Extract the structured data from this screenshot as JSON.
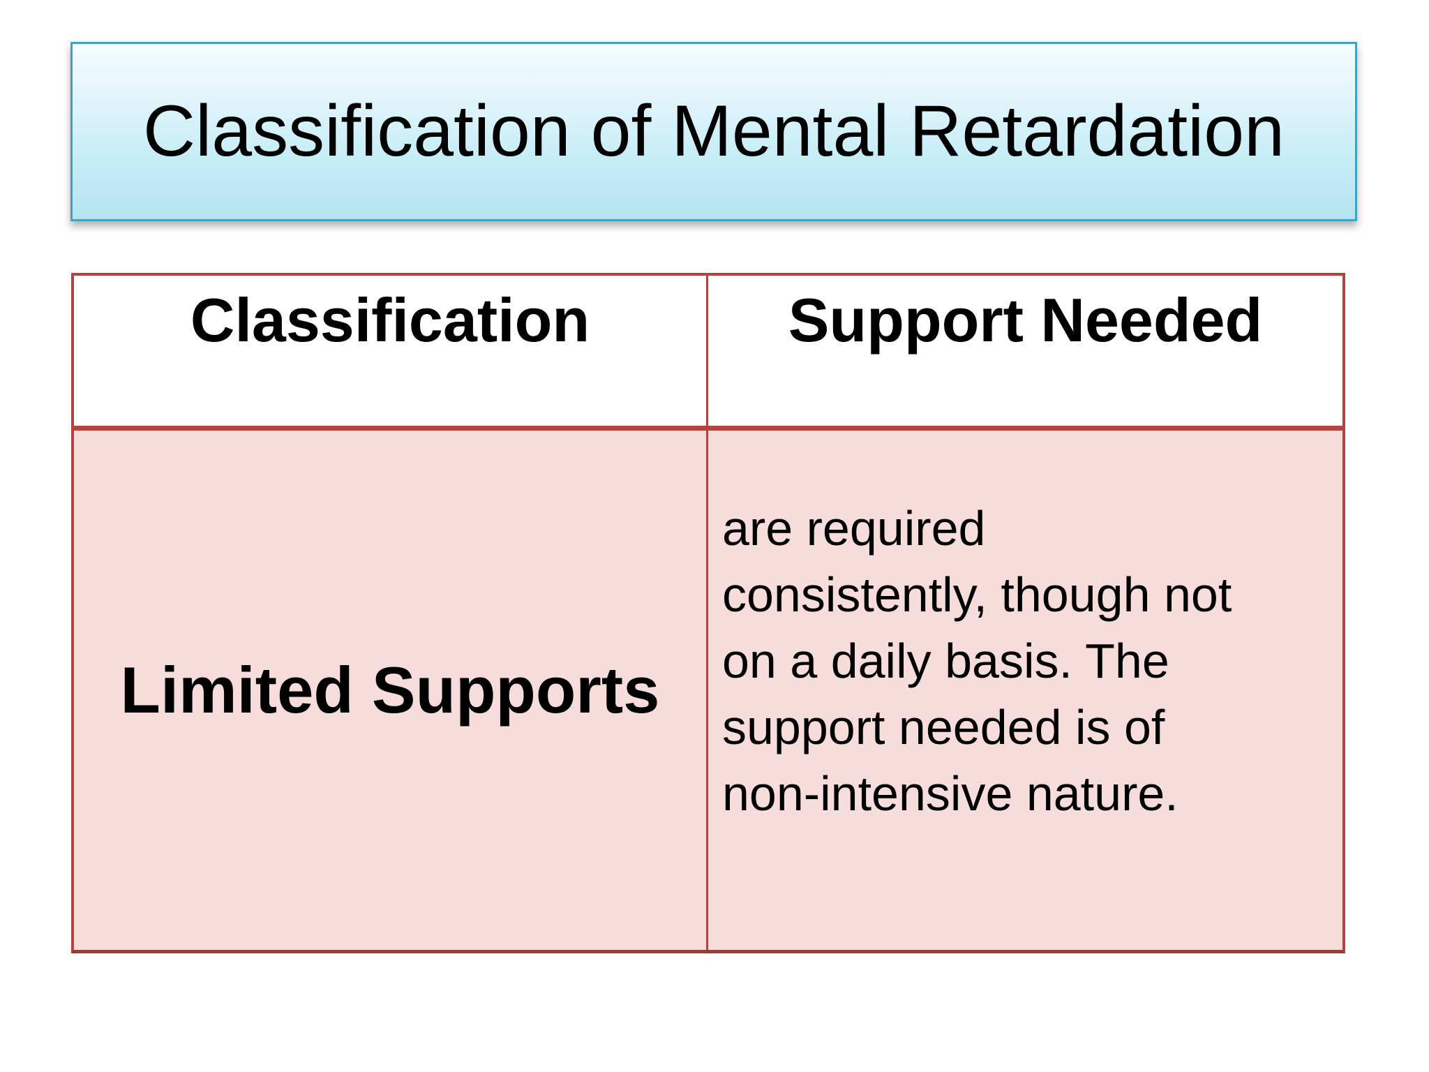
{
  "slide": {
    "title": "Classification of Mental Retardation"
  },
  "table": {
    "headers": [
      {
        "label": "Classification"
      },
      {
        "label": "Support Needed"
      }
    ],
    "rows": [
      {
        "classification": "Limited Supports",
        "support_lines": [
          "are required",
          "consistently, though not",
          "on a daily basis. The",
          "support needed is of",
          "non-intensive nature."
        ]
      }
    ]
  },
  "colors": {
    "title_border": "#41a1bf",
    "title_gradient_top": "#f6fcfe",
    "title_gradient_bottom": "#b4e4f1",
    "table_border": "#b0443e",
    "table_bottom_border": "#9d3a36",
    "row_background": "#f6dcdb",
    "header_background": "#ffffff",
    "text": "#000000"
  }
}
